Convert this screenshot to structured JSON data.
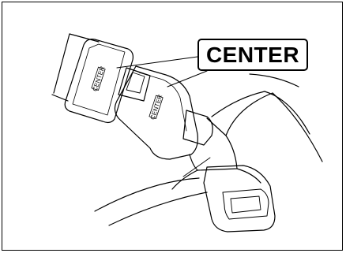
{
  "callout": {
    "label": "CENTER"
  },
  "tongue_label": "CENTER",
  "buckle_label": "CENTER"
}
